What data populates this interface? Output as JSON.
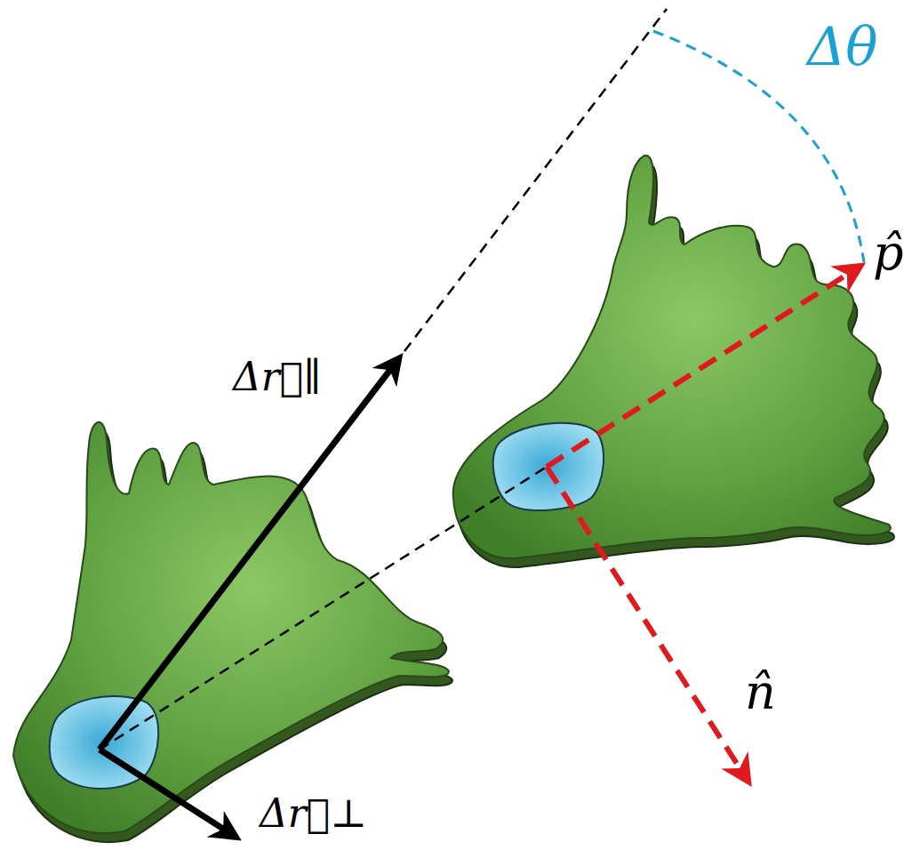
{
  "diagram": {
    "labels": [
      "Δr⃗∥",
      "Δr⃗⊥",
      "Δθ",
      "p̂",
      "n̂"
    ]
  }
}
